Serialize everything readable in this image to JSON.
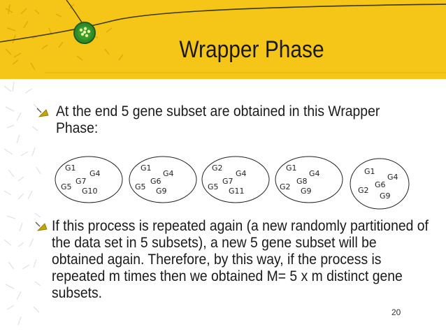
{
  "slide": {
    "title": "Wrapper Phase",
    "bullets": [
      "At the end 5 gene subset are obtained in this Wrapper Phase:",
      "If this process is repeated again (a new randomly partitioned of the data set in 5 subsets), a new 5 gene subset will be obtained again. Therefore, by this way, if the process is repeated m times then we obtained M= 5 x m distinct gene subsets."
    ],
    "page_number": "20"
  },
  "clusters": [
    {
      "genes": [
        "G1",
        "G4",
        "G7",
        "G5",
        "G10"
      ]
    },
    {
      "genes": [
        "G1",
        "G4",
        "G6",
        "G5",
        "G9"
      ]
    },
    {
      "genes": [
        "G2",
        "G4",
        "G7",
        "G5",
        "G11"
      ]
    },
    {
      "genes": [
        "G1",
        "G4",
        "G8",
        "G2",
        "G9"
      ]
    },
    {
      "genes": [
        "G1",
        "G4",
        "G6",
        "G2",
        "G9"
      ]
    }
  ],
  "colors": {
    "header": "#f5c518",
    "title_bar": "#f5c518",
    "accent_green": "#3a9a2a",
    "bullet": "#c9a400"
  },
  "icons": [
    "slide-logo-icon",
    "bullet-icon"
  ]
}
